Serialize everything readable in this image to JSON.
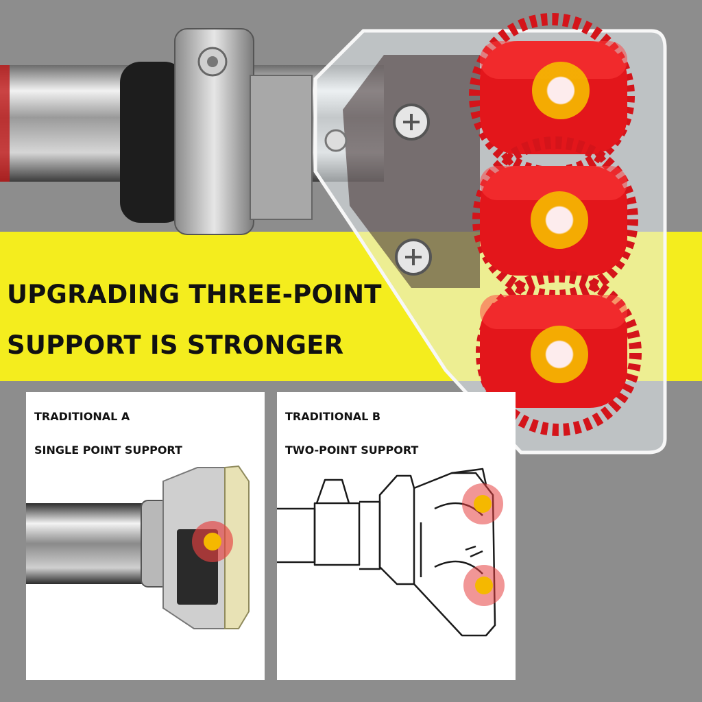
{
  "headline": {
    "line1": "UPGRADING THREE-POINT",
    "line2": "SUPPORT IS STRONGER"
  },
  "panels": [
    {
      "title": "TRADITIONAL A",
      "subtitle": "SINGLE POINT SUPPORT"
    },
    {
      "title": "TRADITIONAL B",
      "subtitle": "TWO-POINT SUPPORT"
    }
  ],
  "colors": {
    "background": "#8d8d8d",
    "banner": "#f4ed1e",
    "gear_red": "#e3161b",
    "support_point": "#f5b800"
  }
}
